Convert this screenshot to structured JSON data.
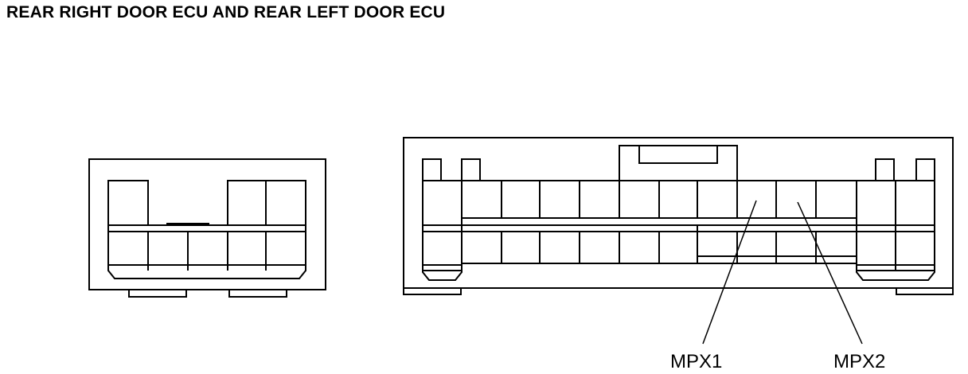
{
  "title": "REAR RIGHT DOOR ECU AND REAR LEFT DOOR ECU",
  "labels": {
    "mpx1": "MPX1",
    "mpx2": "MPX2"
  },
  "colors": {
    "line": "#000000",
    "background": "#ffffff"
  }
}
